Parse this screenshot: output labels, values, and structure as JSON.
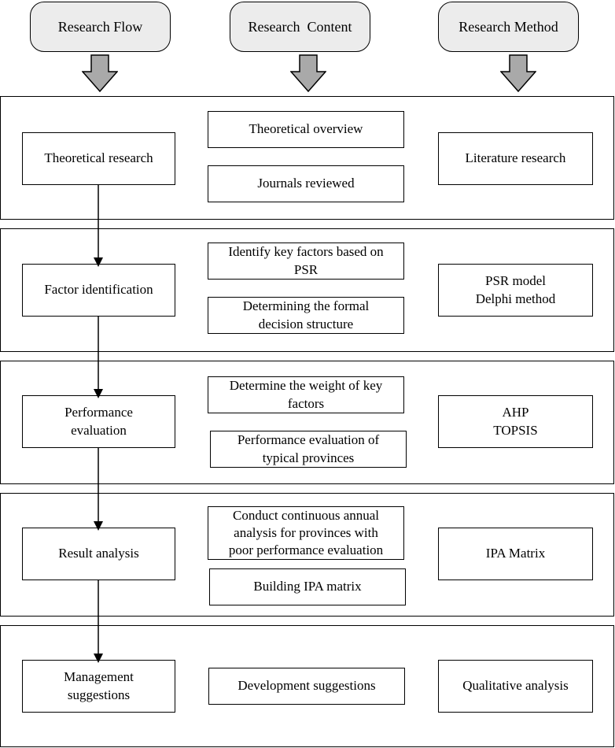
{
  "headers": {
    "flow": "Research Flow",
    "content": "Research  Content",
    "method": "Research Method"
  },
  "stages": [
    {
      "flow": [
        "Theoretical research"
      ],
      "content": [
        [
          "Theoretical overview"
        ],
        [
          "Journals reviewed"
        ]
      ],
      "method": [
        "Literature research"
      ]
    },
    {
      "flow": [
        "Factor identification"
      ],
      "content": [
        [
          "Identify key factors based on",
          "PSR"
        ],
        [
          "Determining the formal",
          "decision structure"
        ]
      ],
      "method": [
        "PSR model",
        "Delphi method"
      ]
    },
    {
      "flow": [
        "Performance",
        "evaluation"
      ],
      "content": [
        [
          "Determine the weight of key",
          "factors"
        ],
        [
          "Performance evaluation of",
          "typical provinces"
        ]
      ],
      "method": [
        "AHP",
        "TOPSIS"
      ]
    },
    {
      "flow": [
        "Result analysis"
      ],
      "content": [
        [
          "Conduct continuous annual",
          "analysis for provinces with",
          "poor performance evaluation"
        ],
        [
          "Building IPA matrix"
        ]
      ],
      "method": [
        "IPA Matrix"
      ]
    },
    {
      "flow": [
        "Management",
        "suggestions"
      ],
      "content": [
        [
          "Development suggestions"
        ]
      ],
      "method": [
        "Qualitative analysis"
      ]
    }
  ]
}
